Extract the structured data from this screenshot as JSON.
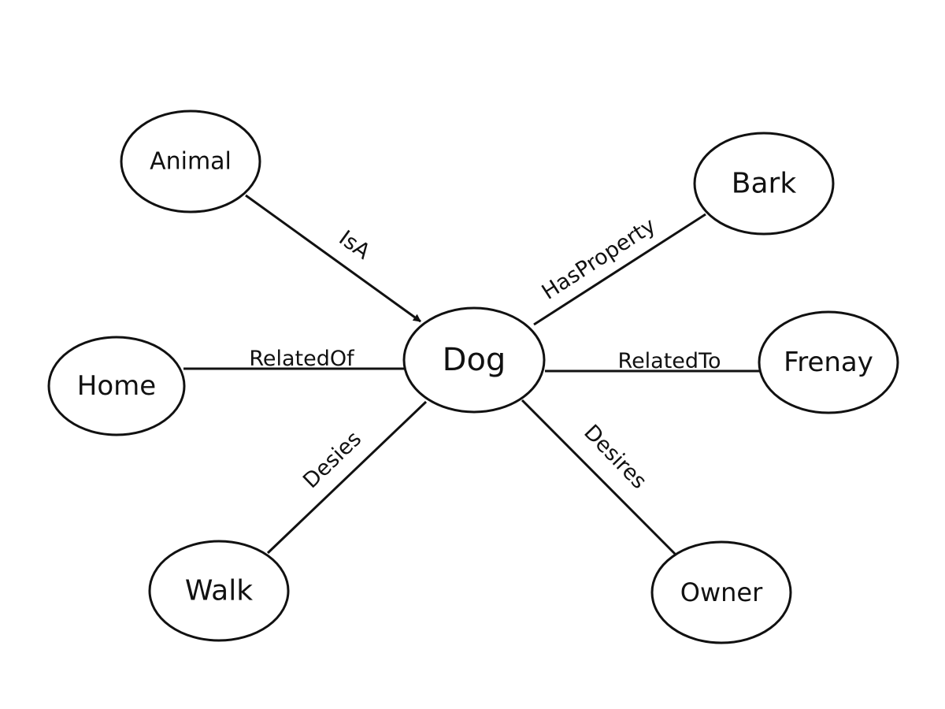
{
  "diagram": {
    "nodes": {
      "dog": "Dog",
      "animal": "Animal",
      "bark": "Bark",
      "home": "Home",
      "frenay": "Frenay",
      "walk": "Walk",
      "owner": "Owner"
    },
    "edges": {
      "isa": "IsA",
      "hasproperty": "HasProperty",
      "relatedof": "RelatedOf",
      "relatedto": "RelatedTo",
      "desies": "Desies",
      "desires": "Desires"
    }
  }
}
